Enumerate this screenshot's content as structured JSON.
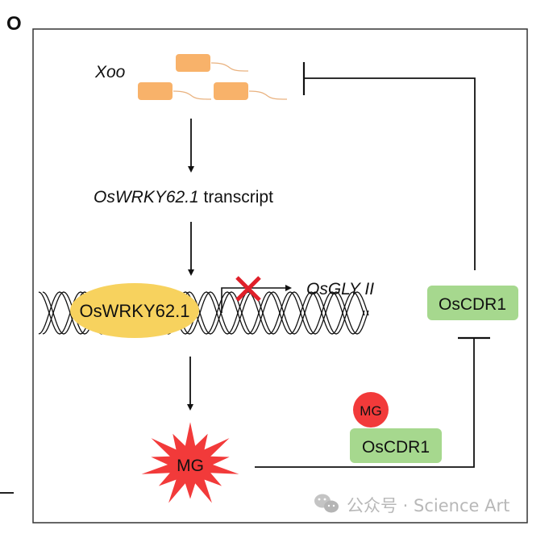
{
  "panel": {
    "label": "O"
  },
  "nodes": {
    "pathogen": {
      "label": "Xoo"
    },
    "transcript": {
      "italic_part": "OsWRKY62.1",
      "plain_part": " transcript"
    },
    "tf_protein": {
      "label": "OsWRKY62.1"
    },
    "target_gene": {
      "label": "OsGLY II"
    },
    "cdr1_top": {
      "label": "OsCDR1"
    },
    "mg_burst": {
      "label": "MG"
    },
    "mg_bound": {
      "label": "MG"
    },
    "cdr1_complex": {
      "label": "OsCDR1"
    }
  },
  "colors": {
    "bacteria": "#f8b26a",
    "flagella": "#e9b27f",
    "tf_ellipse": "#f7d25e",
    "cdr1_box": "#a6d88e",
    "mg_red": "#f23a3a",
    "block_x": "#e0202a",
    "line": "#111111"
  },
  "watermark": {
    "text": "公众号 · Science Art"
  }
}
